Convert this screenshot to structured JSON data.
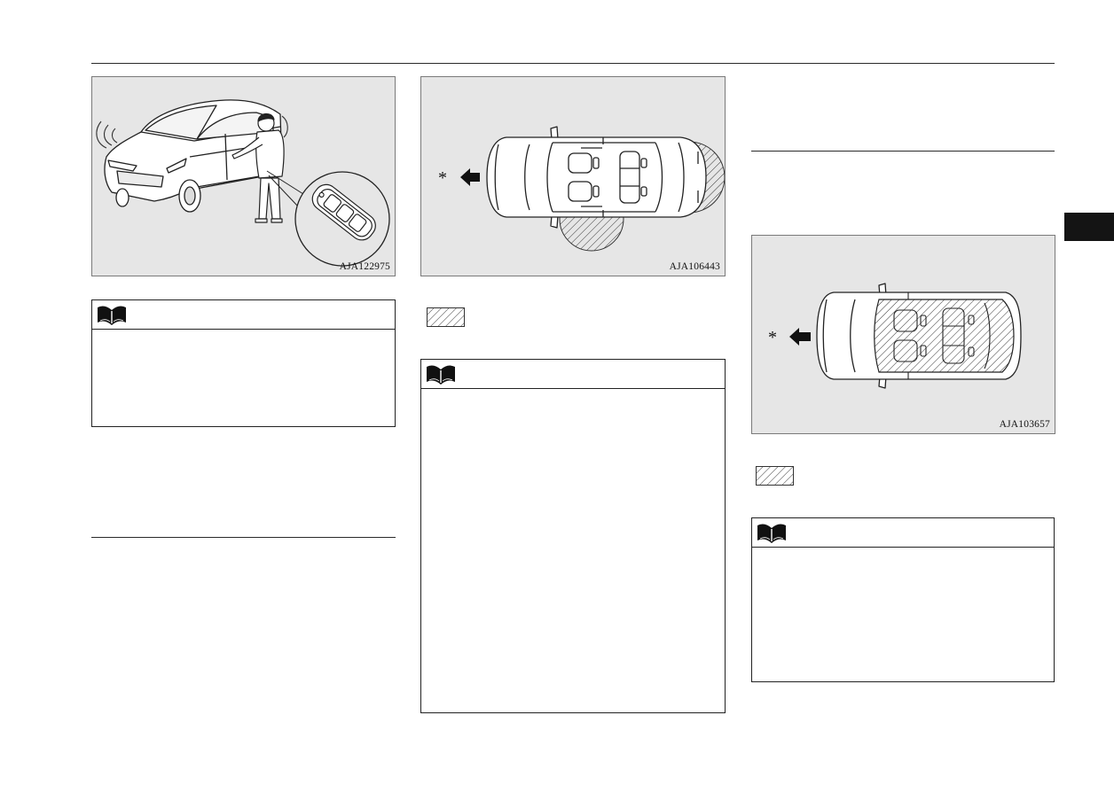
{
  "figures": [
    {
      "id_label": "AJA122975"
    },
    {
      "id_label": "AJA106443",
      "direction_marker": "*"
    },
    {
      "id_label": "AJA103657",
      "direction_marker": "*"
    }
  ],
  "icons": {
    "note": "book-icon",
    "legend": "hatch-swatch-icon",
    "direction": "arrow-left-icon"
  },
  "colors": {
    "figure_background": "#e6e6e6",
    "side_tab": "#141414",
    "rule": "#2a2a2a"
  }
}
